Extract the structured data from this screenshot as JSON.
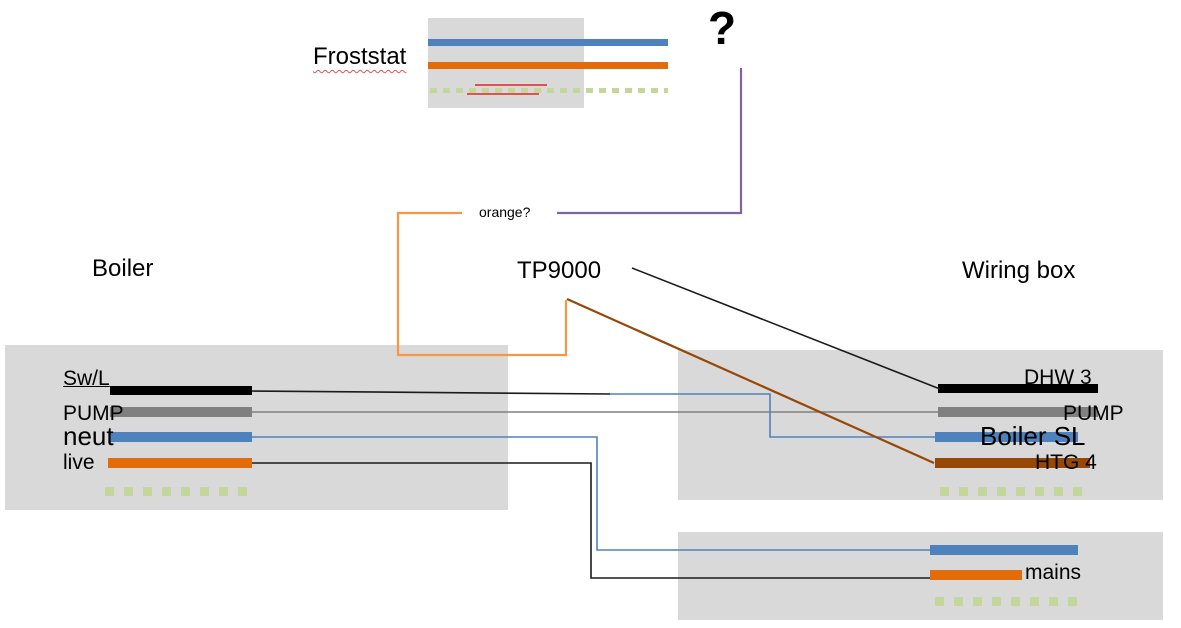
{
  "colors": {
    "box_gray": "#d9d9d9",
    "wire_black": "#000000",
    "wire_gray": "#808080",
    "wire_blue": "#4f81bd",
    "wire_orange": "#e36c0a",
    "wire_brown": "#974706",
    "earth_green": "#c3d69b",
    "line_black": "#1a1a1a",
    "line_gray": "#808080",
    "line_purple": "#8064a2",
    "line_orange": "#f79646",
    "mark_red": "#e05252"
  },
  "froststat": {
    "label": "Froststat",
    "wires": [
      "blue",
      "orange",
      "earth"
    ]
  },
  "annotations": {
    "question_mark": "?",
    "orange_note": "orange?"
  },
  "sections": {
    "boiler": "Boiler",
    "tp9000": "TP9000",
    "wiring_box": "Wiring box"
  },
  "boiler_terminals": {
    "swl": "Sw/L",
    "pump": "PUMP",
    "neut": "neut",
    "live": "live"
  },
  "wiring_terminals": {
    "dhw3": "DHW 3",
    "pump": "PUMP",
    "boiler_sl": "Boiler SL",
    "htg4": "HTG 4"
  },
  "mains_terminals": {
    "mains": "mains"
  },
  "connections": [
    {
      "from": "Boiler Sw/L",
      "to": "Wiring box Boiler SL",
      "colors": [
        "black",
        "blue"
      ]
    },
    {
      "from": "Boiler PUMP",
      "to": "Wiring box PUMP",
      "colors": [
        "gray"
      ]
    },
    {
      "from": "Boiler neut",
      "to": "mains blue",
      "colors": [
        "blue"
      ]
    },
    {
      "from": "Boiler live",
      "to": "mains orange",
      "colors": [
        "black"
      ]
    },
    {
      "from": "TP9000",
      "to": "Wiring box DHW 3",
      "colors": [
        "black"
      ]
    },
    {
      "from": "TP9000",
      "to": "Wiring box HTG 4",
      "colors": [
        "brown",
        "orange"
      ]
    },
    {
      "from": "Froststat ?",
      "to": "orange?",
      "colors": [
        "purple"
      ]
    }
  ]
}
